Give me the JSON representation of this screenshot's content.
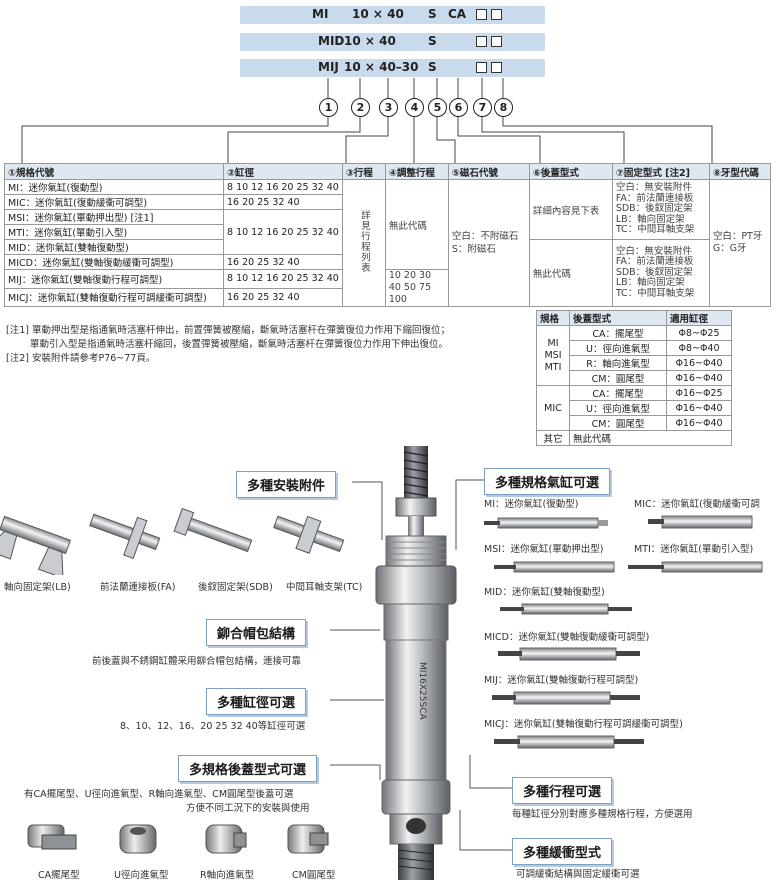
{
  "codes": [
    {
      "base": "MI",
      "size": "10 × 40",
      "s": "S",
      "suffix": "CA"
    },
    {
      "base": "MID",
      "size": "10 × 40",
      "s": "S",
      "suffix": ""
    },
    {
      "base": "MIJ",
      "size": "10 × 40–30",
      "s": "S",
      "suffix": ""
    }
  ],
  "circled_numbers": [
    "1",
    "2",
    "3",
    "4",
    "5",
    "6",
    "7",
    "8"
  ],
  "table": {
    "headers": [
      "①規格代號",
      "②缸徑",
      "③行程",
      "④調整行程",
      "⑤磁石代號",
      "⑥後蓋型式",
      "⑦固定型式 [注2]",
      "⑧牙型代碼"
    ],
    "models": [
      "MI：迷你氣缸(復動型)",
      "MIC：迷你氣缸(復動緩衝可調型)",
      "MSI：迷你氣缸(單動押出型) [注1]",
      "MTI：迷你氣缸(單動引入型)",
      "MID：迷你氣缸(雙軸復動型)",
      "MICD：迷你氣缸(雙軸復動緩衝可調型)",
      "MIJ：迷你氣缸(雙軸復動行程可調型)",
      "MICJ：迷你氣缸(雙軸復動行程可調緩衝可調型)"
    ],
    "bores": [
      "8 10 12 16 20 25 32 40",
      "16 20 25 32 40",
      "8 10 12 16 20 25 32 40",
      "16 20 25 32 40",
      "8 10 12 16 20 25 32 40",
      "16 20 25 32 40"
    ],
    "stroke": "詳見行程列表",
    "adjust_none": "無此代碼",
    "adjust_values": "10 20 30 40 50 75 100",
    "magnet": [
      "空白：不附磁石",
      "S：附磁石"
    ],
    "cover_detail": "詳細內容見下表",
    "cover_none": "無此代碼",
    "mount": [
      "空白：無安裝附件",
      "FA：前法蘭連接板",
      "SDB：後釵固定架",
      "LB：軸向固定架",
      "TC：中間耳軸支架"
    ],
    "thread": [
      "空白：PT牙",
      "G：G牙"
    ]
  },
  "notes": [
    "[注1] 單動押出型是指通氣時活塞杆伸出，前置彈簧被壓縮，斷氣時活塞杆在彈簧復位力作用下縮回復位；",
    "單動引入型是指通氣時活塞杆縮回，後置彈簧被壓縮，斷氣時活塞杆在彈簧復位力作用下伸出復位。",
    "[注2] 安裝附件請參考P76~77頁。"
  ],
  "cap_table": {
    "headers": [
      "規格",
      "後蓋型式",
      "適用缸徑"
    ],
    "group1": "MI MSI MTI",
    "group2": "MIC",
    "rows1": [
      [
        "CA：擺尾型",
        "Φ8~Φ25"
      ],
      [
        "U：徑向進氣型",
        "Φ8~Φ40"
      ],
      [
        "R：軸向進氣型",
        "Φ16~Φ40"
      ],
      [
        "CM：圓尾型",
        "Φ16~Φ40"
      ]
    ],
    "rows2": [
      [
        "CA：擺尾型",
        "Φ16~Φ25"
      ],
      [
        "U：徑向進氣型",
        "Φ16~Φ40"
      ],
      [
        "CM：圓尾型",
        "Φ16~Φ40"
      ]
    ],
    "other": [
      "其它",
      "無此代碼"
    ]
  },
  "callouts": {
    "accessories": "多種安裝附件",
    "riveted": "鉚合帽包結構",
    "riveted_desc": "前後蓋與不銹鋼缸體采用鉚合帽包結構，連接可靠",
    "bores": "多種缸徑可選",
    "bores_desc": "8、10、12、16、20 25 32 40等缸徑可選",
    "covers": "多規格後蓋型式可選",
    "covers_desc1": "有CA擺尾型、U徑向進氣型、R軸向進氣型、CM圓尾型後蓋可選",
    "covers_desc2": "方便不同工況下的安裝與使用",
    "specs": "多種規格氣缸可選",
    "strokes": "多種行程可選",
    "strokes_desc": "每種缸徑分別對應多種規格行程，方便選用",
    "cushion": "多種緩衝型式",
    "cushion_desc": "可調緩衝結構與固定緩衝可選"
  },
  "accessory_labels": [
    "軸向固定架(LB)",
    "前法蘭連接板(FA)",
    "後釵固定架(SDB)",
    "中間耳軸支架(TC)"
  ],
  "cover_labels": [
    "CA擺尾型",
    "U徑向進氣型",
    "R軸向進氣型",
    "CM圓尾型"
  ],
  "cylinder_labels": [
    "MI：迷你氣缸(復動型)",
    "MIC：迷你氣缸(復動緩衝可調",
    "MSI：迷你氣缸(單動押出型)",
    "MTI：迷你氣缸(單動引入型)",
    "MID：迷你氣缸(雙軸復動型)",
    "MICD：迷你氣缸(雙軸復動緩衝可調型)",
    "MIJ：迷你氣缸(雙軸復動行程可調型)",
    "MICJ：迷你氣缸(雙軸復動行程可調緩衝可調型)"
  ],
  "cylinder_marking": "MI16X25SCA"
}
